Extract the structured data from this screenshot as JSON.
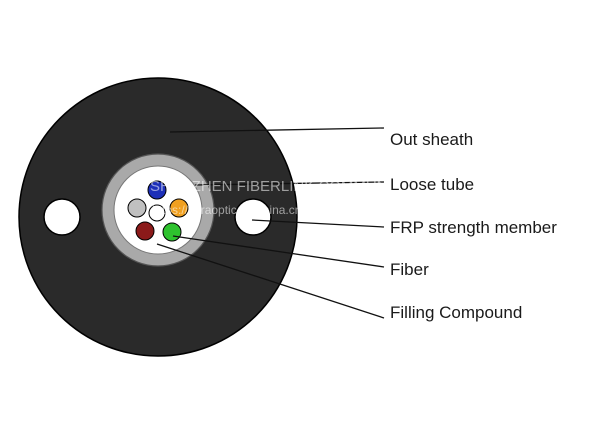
{
  "labels": {
    "out_sheath": "Out sheath",
    "loose_tube": "Loose tube",
    "frp_strength_member": "FRP strength member",
    "fiber": "Fiber",
    "filling_compound": "Filling Compound"
  },
  "watermark": {
    "line1": "SHENZHEN FIBERLINK COMMUNI... LIMITED",
    "line2": "https://fibraoptic.en.china.cn/"
  },
  "colors": {
    "outer_sheath": "#2a2a2a",
    "loose_tube_ring": "#a9a9a9",
    "filling_compound": "#ffffff",
    "fiber_blue": "#1c2fb8",
    "fiber_orange": "#f0a020",
    "fiber_gray": "#c0c0c0",
    "fiber_white": "#ffffff",
    "fiber_red": "#8b1a1a",
    "fiber_green": "#2ec22e"
  }
}
